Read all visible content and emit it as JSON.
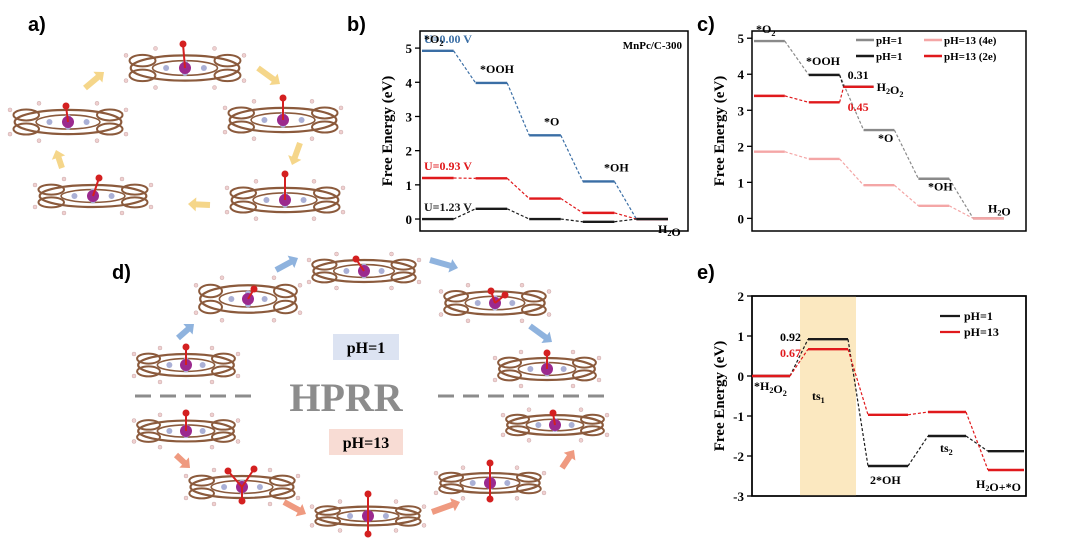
{
  "panel_labels": [
    "a)",
    "b)",
    "c)",
    "d)",
    "e)"
  ],
  "colors": {
    "black": "#1a1a1a",
    "blue": "#3a6ea5",
    "red": "#e0191c",
    "pink": "#f4a6a6",
    "gray": "#8a8a8a",
    "ts_band": "#fbe8c0",
    "carbon": "#8b5a3c",
    "nitrogen": "#aab0d6",
    "metal": "#9b2a8e",
    "oxygen": "#d42020",
    "hydrogen": "#f0d0d0",
    "arrow_yellow": "#f5d68a",
    "arrow_blue": "#8fb3de",
    "arrow_red": "#ef9a80",
    "ph1_box": "#dce3f2",
    "ph13_box": "#f8dcd4"
  },
  "diagram_d": {
    "center_label": "HPRR",
    "top_label": "pH=1",
    "bottom_label": "pH=13"
  },
  "chart_data": [
    {
      "id": "b",
      "type": "line",
      "ylabel": "Free Energy (eV)",
      "ylim": [
        -0.35,
        5.5
      ],
      "yticks": [
        0,
        1,
        2,
        3,
        4,
        5
      ],
      "inset_title": "MnPc/C-300",
      "n_steps": 5,
      "series": [
        {
          "name": "U=0.00 V",
          "color_key": "blue",
          "values": [
            4.92,
            3.98,
            2.45,
            1.1,
            0.0
          ]
        },
        {
          "name": "U=0.93 V",
          "color_key": "red",
          "values": [
            1.2,
            1.19,
            0.6,
            0.18,
            0.0
          ]
        },
        {
          "name": "U=1.23 V",
          "color_key": "black",
          "values": [
            0.0,
            0.3,
            0.0,
            -0.08,
            0.0
          ]
        }
      ],
      "step_labels": [
        "*O2",
        "*OOH",
        "*O",
        "*OH",
        "H2O"
      ]
    },
    {
      "id": "c",
      "type": "line",
      "ylabel": "Free Energy (eV)",
      "ylim": [
        -0.35,
        5.2
      ],
      "yticks": [
        0,
        1,
        2,
        3,
        4,
        5
      ],
      "legend": [
        "pH=1",
        "pH=13 (4e)",
        "pH=1",
        "pH=13 (2e)"
      ],
      "series": [
        {
          "name": "pH=1 (4e)",
          "color_key": "gray",
          "values": [
            4.92,
            3.98,
            2.45,
            1.1,
            0.0
          ]
        },
        {
          "name": "pH=13 (4e)",
          "color_key": "pink",
          "values": [
            1.85,
            1.65,
            0.92,
            0.35,
            0.0
          ]
        },
        {
          "name": "pH=1 (2e)",
          "color_key": "black",
          "values": [
            3.98,
            3.65
          ]
        },
        {
          "name": "pH=13 (2e)",
          "color_key": "red",
          "values": [
            3.4,
            3.22,
            3.65
          ]
        }
      ],
      "step_labels": [
        "*O2",
        "*OOH",
        "*O",
        "*OH",
        "H2O"
      ],
      "h2o2_label": "H2O2",
      "annotations": [
        "0.31",
        "0.45"
      ]
    },
    {
      "id": "e",
      "type": "line",
      "ylabel": "Free Energy (eV)",
      "ylim": [
        -3,
        2
      ],
      "yticks": [
        2,
        1,
        0,
        -1,
        -2,
        -3
      ],
      "legend": [
        "pH=1",
        "pH=13"
      ],
      "series": [
        {
          "name": "pH=1",
          "color_key": "black",
          "values": [
            0,
            0.92,
            -2.25,
            -1.5,
            -1.88
          ]
        },
        {
          "name": "pH=13",
          "color_key": "red",
          "values": [
            0,
            0.67,
            -0.97,
            -0.9,
            -2.35
          ]
        }
      ],
      "step_labels": [
        "*H2O2",
        "ts1",
        "2*OH",
        "ts2",
        "H2O+*O"
      ],
      "barrier_labels": [
        "0.92",
        "0.67"
      ]
    }
  ]
}
